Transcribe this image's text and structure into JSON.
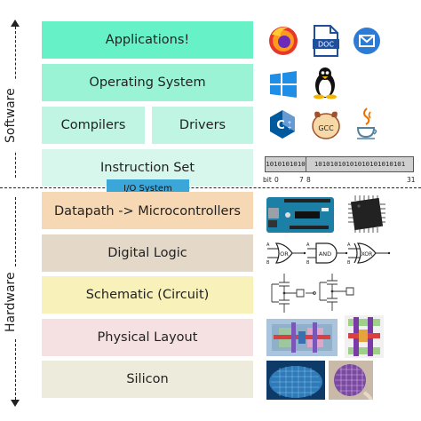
{
  "side_labels": {
    "software": "Software",
    "hardware": "Hardware"
  },
  "layers": {
    "applications": "Applications!",
    "operating_system": "Operating System",
    "compilers": "Compilers",
    "drivers": "Drivers",
    "instruction_set": "Instruction Set",
    "io_system": "I/O System",
    "datapath": "Datapath -> Microcontrollers",
    "digital_logic": "Digital Logic",
    "schematic": "Schematic (Circuit)",
    "physical_layout": "Physical Layout",
    "silicon": "Silicon"
  },
  "colors": {
    "applications": "#66f2c6",
    "operating_system": "#99f3d4",
    "compilers": "#bff5e2",
    "drivers": "#bff5e2",
    "instruction_set": "#d8f7ec",
    "io_system": "#3aa7d8",
    "datapath": "#f6d8b4",
    "digital_logic": "#e4d8c8",
    "schematic": "#f8f1b9",
    "physical_layout": "#f5e1e1",
    "silicon": "#edebdc"
  },
  "icons": {
    "row1": [
      "firefox-icon",
      "doc-file-icon",
      "mail-icon"
    ],
    "row2": [
      "windows-icon",
      "linux-tux-icon"
    ],
    "row3": [
      "cplusplus-icon",
      "gcc-icon",
      "java-icon"
    ],
    "row5": [
      "arduino-board-icon",
      "microcontroller-chip-icon"
    ],
    "row6": [
      "or-gate-icon",
      "and-gate-icon",
      "xor-gate-icon"
    ],
    "row7": [
      "schematic-circuit-icon"
    ],
    "row8": [
      "layout-cell-icon",
      "layout-cell-icon"
    ],
    "row9": [
      "silicon-wafer-icon",
      "silicon-wafer-icon"
    ]
  },
  "doc_icon_text": "DOC",
  "gcc_text": "GCC",
  "gates": {
    "or": "OR",
    "and": "AND",
    "xor": "XOR",
    "a": "A",
    "b": "B"
  },
  "instruction_bits": {
    "field_a": "1010101010",
    "field_b": "10101010101010101010101",
    "ticks": {
      "bit": "bit",
      "zero": "0",
      "seven": "7",
      "eight": "8",
      "thirty_one": "31"
    }
  }
}
